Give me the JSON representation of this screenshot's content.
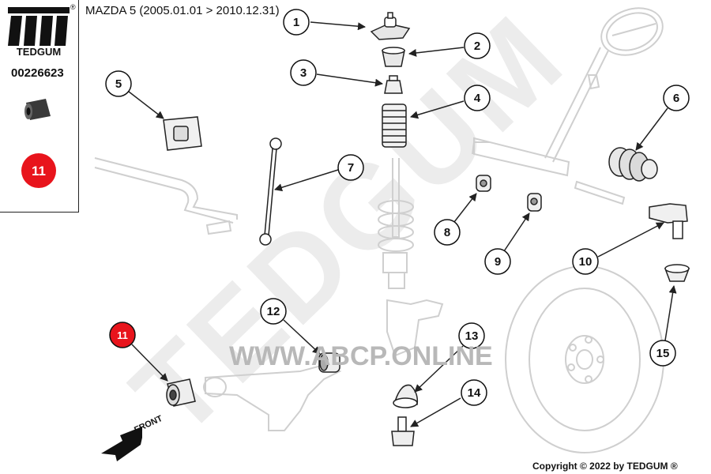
{
  "vehicle_title": "MAZDA 5 (2005.01.01 > 2010.12.31)",
  "brand": {
    "logo_text": "TEDGUM",
    "registered_mark": "®"
  },
  "part_number": "00226623",
  "selected_callout": "11",
  "watermark": {
    "brand": "TEDGUM",
    "site": "WWW.ABCP.ONLINE"
  },
  "front_label": "FRONT",
  "copyright": "Copyright © 2022 by TEDGUM ®",
  "callouts": [
    "1",
    "2",
    "3",
    "4",
    "5",
    "6",
    "7",
    "8",
    "9",
    "10",
    "11",
    "12",
    "13",
    "14",
    "15"
  ],
  "colors": {
    "highlight": "#e8141c",
    "line": "#222222",
    "ghost": "#c8c8c8",
    "watermark": "#ececec"
  }
}
